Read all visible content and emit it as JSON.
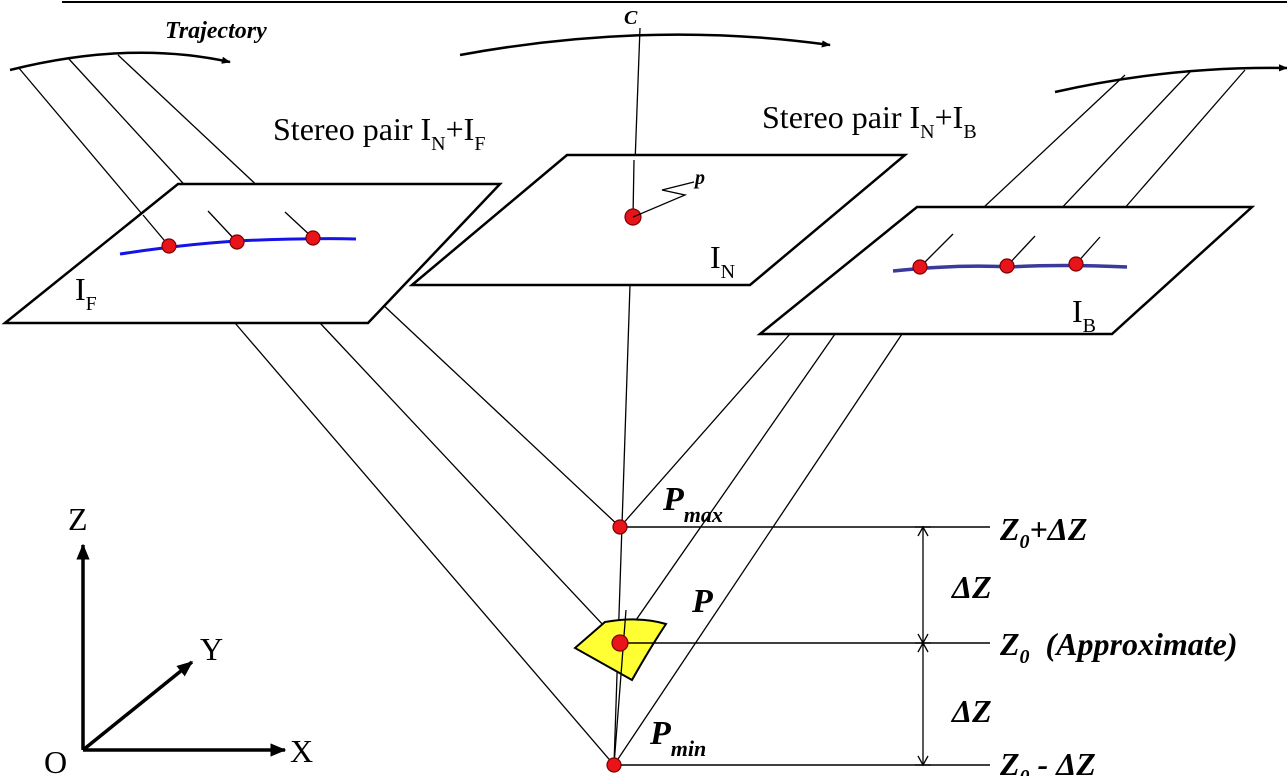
{
  "labels": {
    "trajectory": "Trajectory",
    "center": "C",
    "stereo_left": {
      "main": "Stereo pair I",
      "sub1": "N",
      "plus": "+I",
      "sub2": "F"
    },
    "stereo_right": {
      "main": "Stereo pair I",
      "sub1": "N",
      "plus": "+I",
      "sub2": "B"
    },
    "image_F": {
      "main": "I",
      "sub": "F"
    },
    "image_N": {
      "main": "I",
      "sub": "N"
    },
    "image_B": {
      "main": "I",
      "sub": "B"
    },
    "point_p": "p",
    "point_P": "P",
    "p_max": {
      "main": "P",
      "sub": "max"
    },
    "p_min": {
      "main": "P",
      "sub": "min"
    },
    "z_plus": {
      "main": "Z",
      "sub": "0",
      "rest": "+ΔZ"
    },
    "z_0": {
      "main": "Z",
      "sub": "0",
      "rest": "  (Approximate)"
    },
    "z_minus": {
      "main": "Z",
      "sub": "0",
      "rest": " - ΔZ"
    },
    "delta_upper": "ΔZ",
    "delta_lower": "ΔZ",
    "axis_z": "Z",
    "axis_y": "Y",
    "axis_x": "X",
    "origin": "O"
  },
  "colors": {
    "line": "#000000",
    "point_fill": "#e8141a",
    "point_stroke": "#7a0000",
    "curve_left": "#1414e6",
    "curve_right": "#3a3a9c",
    "patch": "#ffff33"
  }
}
